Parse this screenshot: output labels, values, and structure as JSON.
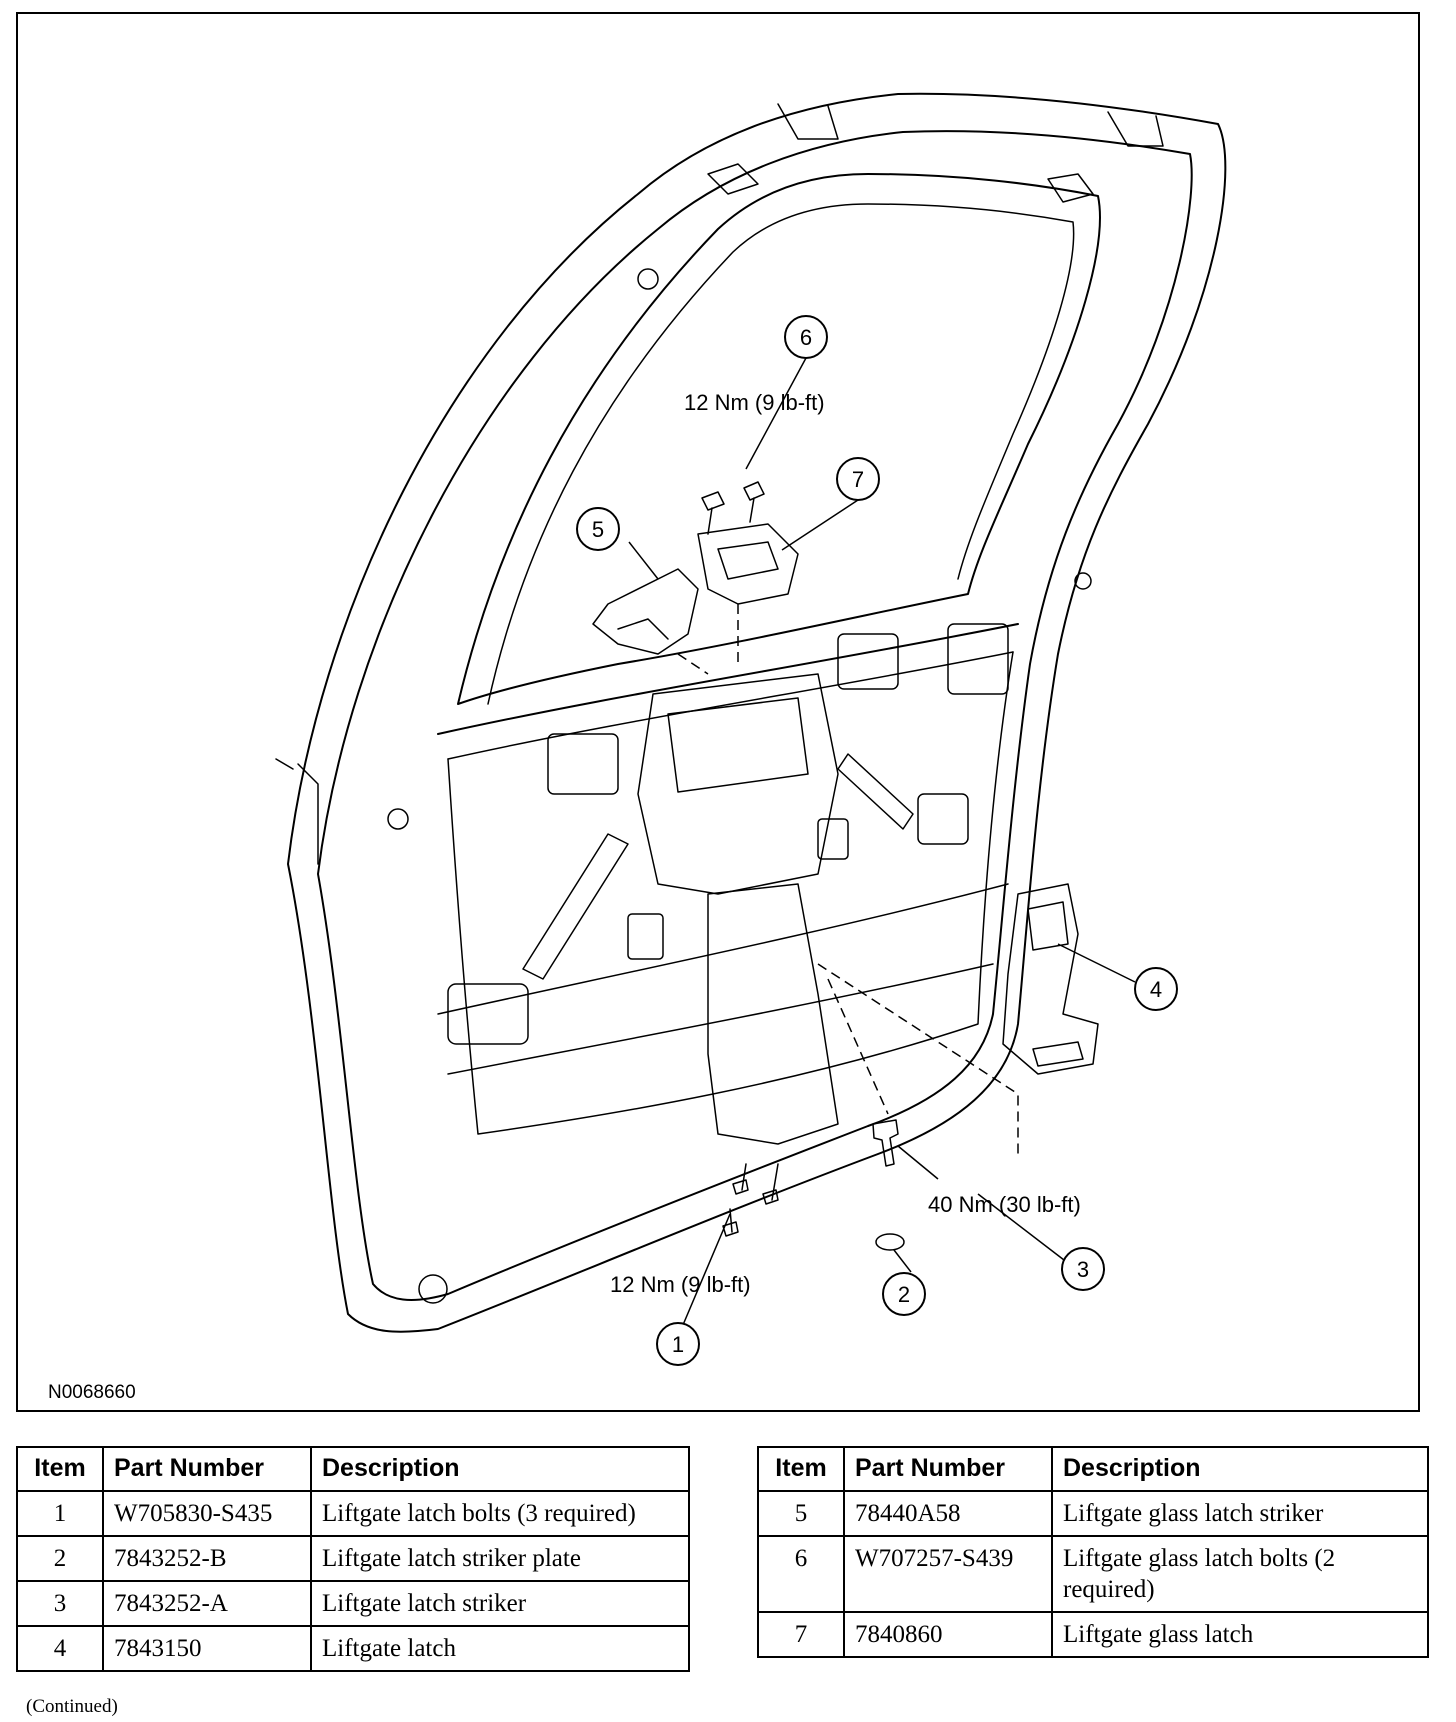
{
  "diagram": {
    "reference_id": "N0068660",
    "callouts": [
      {
        "number": "1",
        "torque": "12 Nm (9 lb-ft)"
      },
      {
        "number": "2",
        "torque": ""
      },
      {
        "number": "3",
        "torque": "40 Nm (30 lb-ft)"
      },
      {
        "number": "4",
        "torque": ""
      },
      {
        "number": "5",
        "torque": ""
      },
      {
        "number": "6",
        "torque": "12 Nm (9 lb-ft)"
      },
      {
        "number": "7",
        "torque": ""
      }
    ]
  },
  "table_headers": {
    "item": "Item",
    "part_number": "Part Number",
    "description": "Description"
  },
  "parts_left": [
    {
      "item": "1",
      "part_number": "W705830-S435",
      "description": "Liftgate latch bolts (3 required)"
    },
    {
      "item": "2",
      "part_number": "7843252-B",
      "description": "Liftgate latch striker plate"
    },
    {
      "item": "3",
      "part_number": "7843252-A",
      "description": "Liftgate latch striker"
    },
    {
      "item": "4",
      "part_number": "7843150",
      "description": "Liftgate latch"
    }
  ],
  "parts_right": [
    {
      "item": "5",
      "part_number": "78440A58",
      "description": "Liftgate glass latch striker"
    },
    {
      "item": "6",
      "part_number": "W707257-S439",
      "description": "Liftgate glass latch bolts (2 required)"
    },
    {
      "item": "7",
      "part_number": "7840860",
      "description": "Liftgate glass latch"
    }
  ],
  "footer_note": "(Continued)"
}
